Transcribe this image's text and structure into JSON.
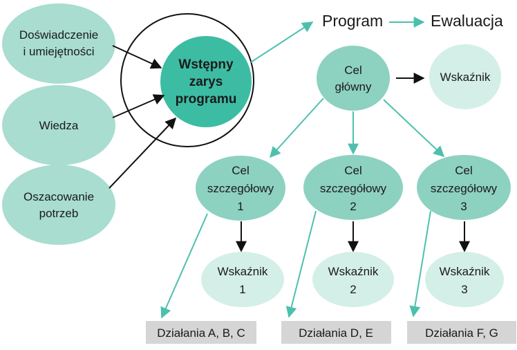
{
  "colors": {
    "ellipse_light": "#a8ddd0",
    "ellipse_mid": "#8dd1c1",
    "ellipse_pale": "#d4efe7",
    "core": "#3dbca4",
    "teal_arrow": "#4cc0ad",
    "black_arrow": "#111111",
    "box": "#d5d5d5"
  },
  "inputs": {
    "experience": [
      "Doświadczenie",
      "i umiejętności"
    ],
    "knowledge": [
      "Wiedza"
    ],
    "needs": [
      "Oszacowanie",
      "potrzeb"
    ]
  },
  "core": [
    "Wstępny",
    "zarys",
    "programu"
  ],
  "flow": {
    "program": "Program",
    "evaluation": "Ewaluacja"
  },
  "main_goal": [
    "Cel",
    "główny"
  ],
  "main_indicator": "Wskaźnik",
  "specific": [
    {
      "lines": [
        "Cel",
        "szczegółowy",
        "1"
      ],
      "indicator": [
        "Wskaźnik",
        "1"
      ],
      "actions": "Działania A, B, C"
    },
    {
      "lines": [
        "Cel",
        "szczegółowy",
        "2"
      ],
      "indicator": [
        "Wskaźnik",
        "2"
      ],
      "actions": "Działania D, E"
    },
    {
      "lines": [
        "Cel",
        "szczegółowy",
        "3"
      ],
      "indicator": [
        "Wskaźnik",
        "3"
      ],
      "actions": "Działania F, G"
    }
  ]
}
